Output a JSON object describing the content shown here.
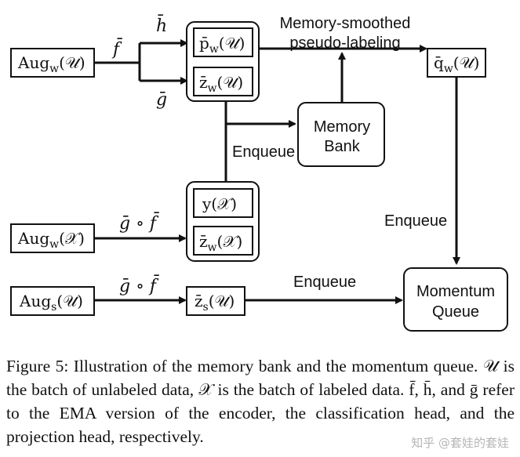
{
  "nodes": {
    "aug_w_u": "Aug",
    "aug_w_u_sub": "w",
    "aug_w_u_arg": "(𝒰)",
    "aug_w_x": "Aug",
    "aug_w_x_sub": "w",
    "aug_w_x_arg": "(𝒳)",
    "aug_s_u": "Aug",
    "aug_s_u_sub": "s",
    "aug_s_u_arg": "(𝒰)",
    "p_bar": "p̄",
    "p_sub": "w",
    "p_arg": "(𝒰)",
    "z_bar_u": "z̄",
    "z_sub_u": "w",
    "z_arg_u": "(𝒰)",
    "y_x": "y(𝒳)",
    "z_bar_x": "z̄",
    "z_sub_x": "w",
    "z_arg_x": "(𝒳)",
    "zs_bar": "z̄",
    "zs_sub": "s",
    "zs_arg": "(𝒰)",
    "q_bar": "q̄",
    "q_sub": "w",
    "q_arg": "(𝒰)",
    "memory_bank_line1": "Memory",
    "memory_bank_line2": "Bank",
    "momentum_line1": "Momentum",
    "momentum_line2": "Queue"
  },
  "edge_labels": {
    "f_bar": "f̄",
    "h_bar": "h̄",
    "g_bar": "ḡ",
    "g_f_bar_x": "ḡ ∘ f̄",
    "g_f_bar_s": "ḡ ∘ f̄",
    "enqueue_bank": "Enqueue",
    "enqueue_queue_right": "Enqueue",
    "enqueue_queue_bottom": "Enqueue",
    "pseudo_line1": "Memory-smoothed",
    "pseudo_line2": "pseudo-labeling"
  },
  "caption": {
    "text": "Figure 5: Illustration of the memory bank and the momentum queue. 𝒰 is the batch of unlabeled data, 𝒳 is the batch of labeled data. f̄, h̄, and ḡ refer to the EMA version of the encoder, the classification head, and the projection head, respectively."
  },
  "watermark": "知乎 @套娃的套娃"
}
